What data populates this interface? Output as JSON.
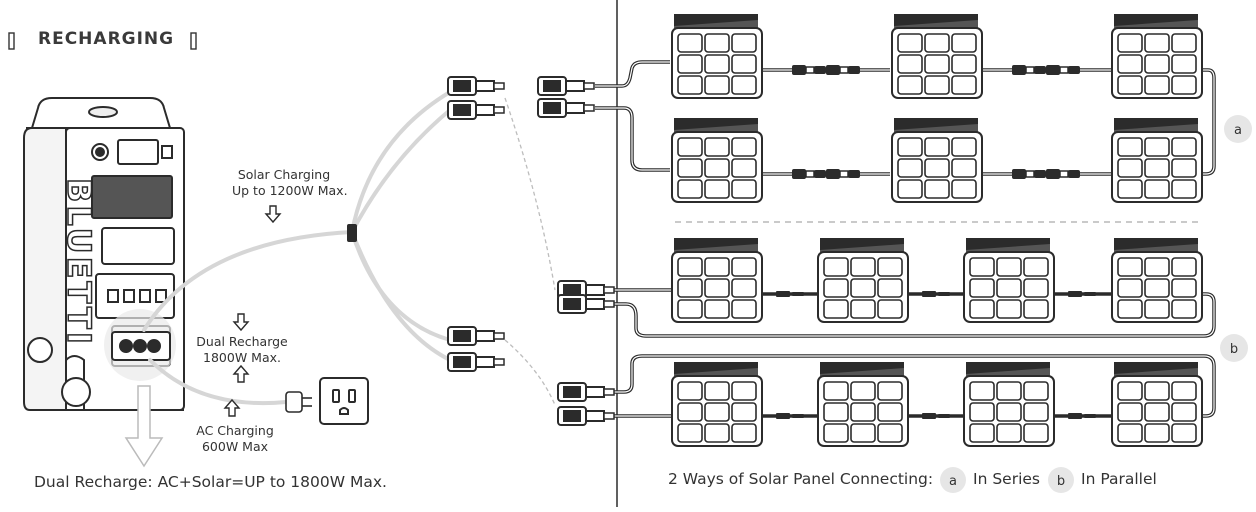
{
  "header": {
    "title": "RECHARGING"
  },
  "device": {
    "brand": "BLUETTI"
  },
  "labels": {
    "solar_line1": "Solar Charging",
    "solar_line2": "Up to 1200W Max.",
    "dual_line1": "Dual Recharge",
    "dual_line2": "1800W Max.",
    "ac_line1": "AC Charging",
    "ac_line2": "600W Max",
    "footer_left": "Dual Recharge: AC+Solar=UP to 1800W Max.",
    "footer_right_prefix": "2 Ways of Solar Panel Connecting:",
    "series_label": "In Series",
    "parallel_label": "In Parallel"
  },
  "badges": {
    "a": "a",
    "b": "b"
  },
  "colors": {
    "line": "#2b2b2b",
    "cable": "#d9d9d9",
    "badge_fill": "#e6e6e6"
  }
}
